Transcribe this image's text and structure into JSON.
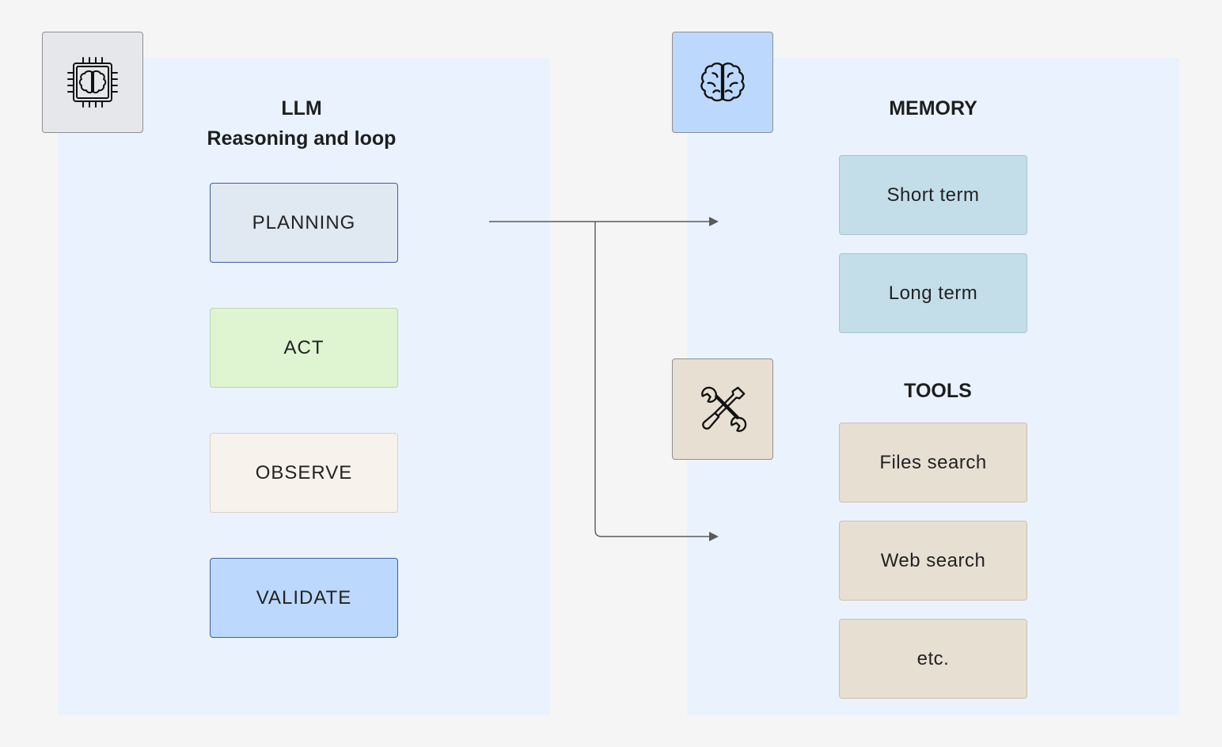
{
  "llm": {
    "title": "LLM",
    "subtitle": "Reasoning and loop",
    "icon": "chip-brain-icon",
    "steps": [
      {
        "label": "PLANNING",
        "bg": "#e0e8f1",
        "border": "#3f5e9f"
      },
      {
        "label": "ACT",
        "bg": "#dff4d1",
        "border": "#bcd6ad"
      },
      {
        "label": "OBSERVE",
        "bg": "#f7f3ec",
        "border": "#d7d0c4"
      },
      {
        "label": "VALIDATE",
        "bg": "#bcd8fd",
        "border": "#3f5e9f"
      }
    ]
  },
  "memory": {
    "title": "MEMORY",
    "icon": "brain-icon",
    "icon_bg": "#bcd8fd",
    "items": [
      {
        "label": "Short term",
        "bg": "#c4dee9"
      },
      {
        "label": "Long term",
        "bg": "#c4dee9"
      }
    ]
  },
  "tools": {
    "title": "TOOLS",
    "icon": "wrench-screwdriver-icon",
    "icon_bg": "#e8dfd3",
    "items": [
      {
        "label": "Files search",
        "bg": "#e8dfd3"
      },
      {
        "label": "Web search",
        "bg": "#e8dfd3"
      },
      {
        "label": "etc.",
        "bg": "#e8dfd3"
      }
    ]
  },
  "colors": {
    "page_bg": "#f5f5f5",
    "panel_bg": "#eaf3fd",
    "arrow": "#5a5a5a"
  }
}
